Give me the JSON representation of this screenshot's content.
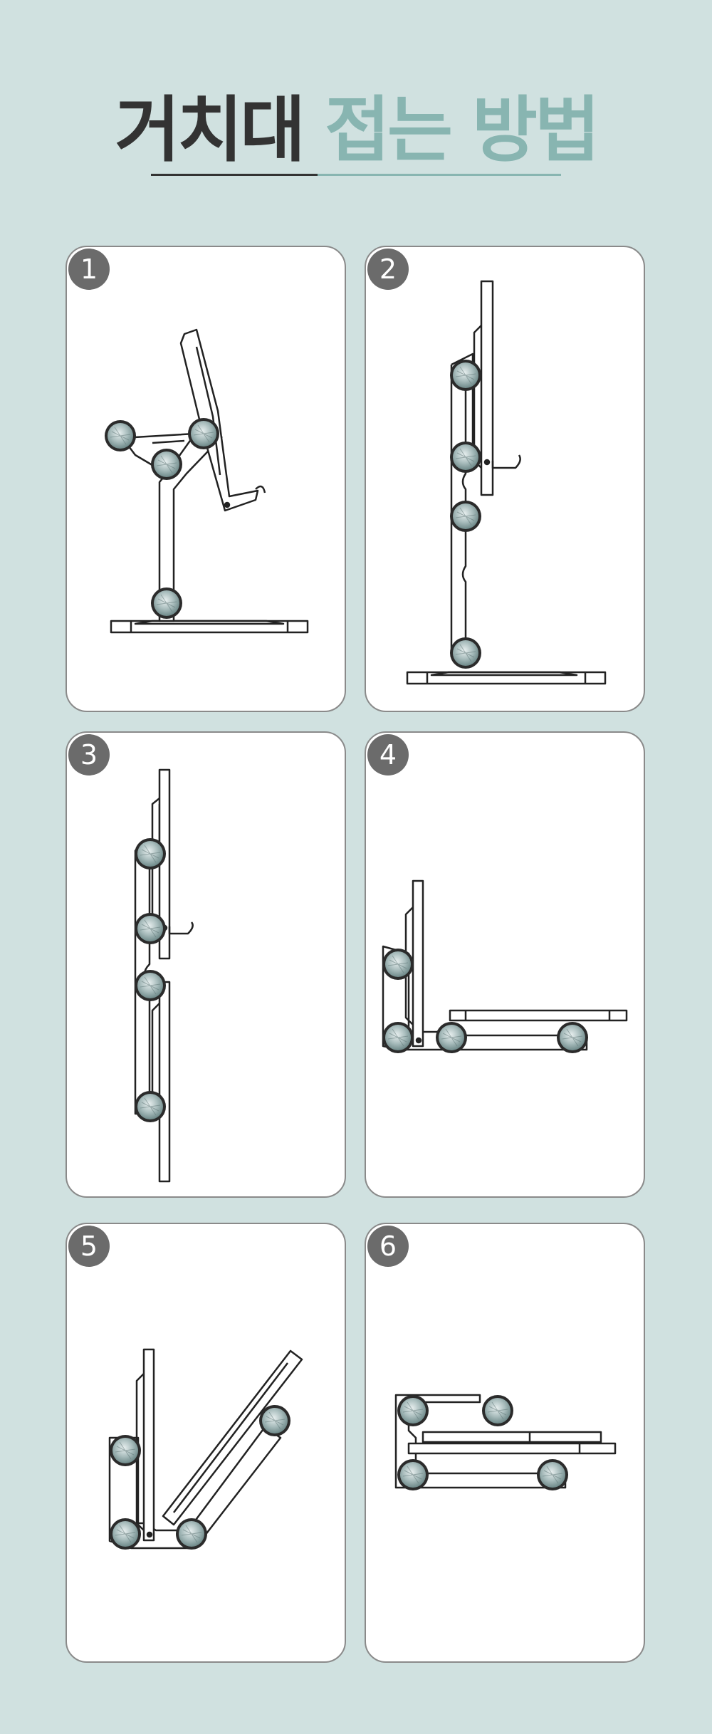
{
  "title": {
    "dark": "거치대",
    "light": "접는 방법"
  },
  "steps": [
    {
      "number": "1"
    },
    {
      "number": "2"
    },
    {
      "number": "3"
    },
    {
      "number": "4"
    },
    {
      "number": "5"
    },
    {
      "number": "6"
    }
  ]
}
